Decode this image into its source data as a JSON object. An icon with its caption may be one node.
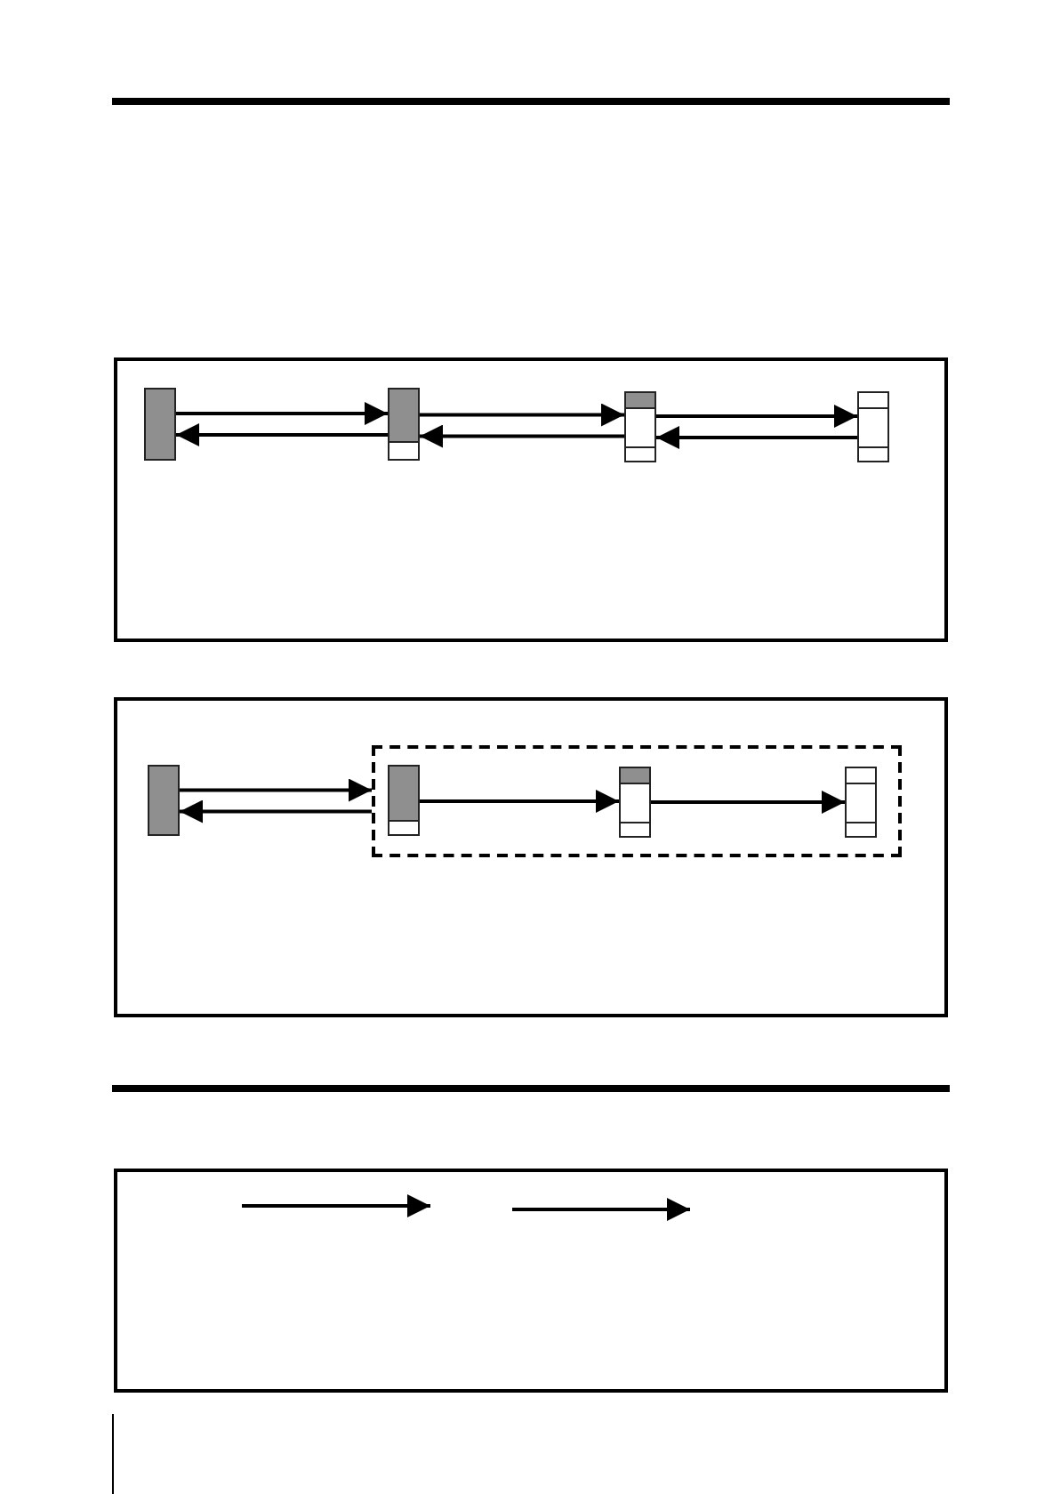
{
  "diagram": {
    "nodes": [
      {
        "text": [],
        "shape": "box"
      },
      {
        "text": [],
        "shape": "bar",
        "in": 0
      },
      {
        "text": [],
        "shape": "bar",
        "in": 0
      },
      {
        "text": [],
        "shape": "bar",
        "in": 0
      },
      {
        "text": [],
        "shape": "bar",
        "in": 0
      },
      {
        "text": [],
        "shape": "box"
      },
      {
        "text": [],
        "shape": "bar",
        "in": 5
      },
      {
        "text": [],
        "shape": "box",
        "in": 5
      },
      {
        "text": [],
        "shape": "bar",
        "in": 7
      },
      {
        "text": [],
        "shape": "bar",
        "in": 7
      },
      {
        "text": [],
        "shape": "bar",
        "in": 7
      },
      {
        "text": [],
        "shape": "box"
      }
    ],
    "edges": [
      {
        "from": 1,
        "to": 2,
        "arrow": "to"
      },
      {
        "from": 2,
        "to": 1,
        "arrow": "to"
      },
      {
        "from": 2,
        "to": 3,
        "arrow": "to"
      },
      {
        "from": 3,
        "to": 2,
        "arrow": "to"
      },
      {
        "from": 3,
        "to": 4,
        "arrow": "to"
      },
      {
        "from": 4,
        "to": 3,
        "arrow": "to"
      },
      {
        "from": 6,
        "to": 7,
        "arrow": "to"
      },
      {
        "from": 7,
        "to": 6,
        "arrow": "to"
      },
      {
        "from": 8,
        "to": 9,
        "arrow": "to"
      },
      {
        "from": 9,
        "to": 10,
        "arrow": "to"
      }
    ]
  }
}
